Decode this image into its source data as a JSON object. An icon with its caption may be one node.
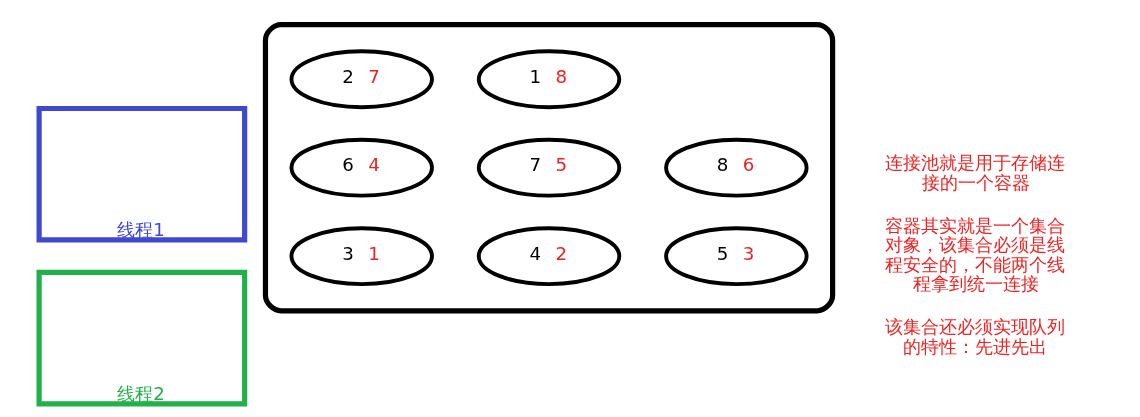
{
  "diagram": {
    "nodes": [
      {
        "text": [
          "线程1"
        ]
      },
      {
        "text": [
          "线程2"
        ]
      },
      {
        "text": [],
        "shape": "box"
      },
      {
        "text": [
          "3",
          "1"
        ],
        "in": 2
      },
      {
        "text": [
          "4",
          "2"
        ],
        "in": 2
      },
      {
        "text": [
          "5",
          "3"
        ],
        "in": 2
      },
      {
        "text": [
          "6",
          "4"
        ],
        "in": 2
      },
      {
        "text": [
          "7",
          "5"
        ],
        "in": 2
      },
      {
        "text": [
          "8",
          "6"
        ],
        "in": 2
      },
      {
        "text": [
          "2",
          "7"
        ],
        "in": 2
      },
      {
        "text": [
          "1",
          "8"
        ],
        "in": 2
      }
    ],
    "edges": [],
    "labels": [
      "连接池就是用于存储连接的一个容器",
      "容器其实就是一个集合对象，该集合必须是线程安全的，不能两个线程拿到统一连接",
      "该集合还必须实现队列的特性：先进先出"
    ]
  }
}
